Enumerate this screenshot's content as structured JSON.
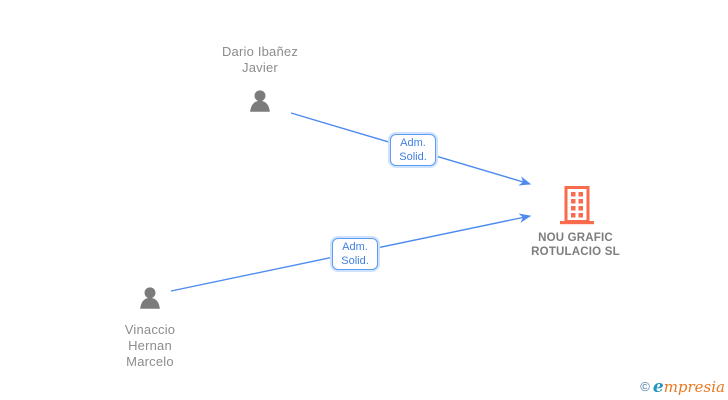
{
  "diagram": {
    "type": "corporate-relationship-graph",
    "nodes": {
      "person1": {
        "name": "Dario Ibañez Javier",
        "kind": "person"
      },
      "person2": {
        "name": "Vinaccio Hernan Marcelo",
        "kind": "person"
      },
      "company": {
        "name": "NOU GRAFIC ROTULACIO SL",
        "kind": "company"
      }
    },
    "edges": [
      {
        "from": "Dario Ibañez Javier",
        "to": "NOU GRAFIC ROTULACIO SL",
        "label": "Adm. Solid."
      },
      {
        "from": "Vinaccio Hernan Marcelo",
        "to": "NOU GRAFIC ROTULACIO SL",
        "label": "Adm. Solid."
      }
    ],
    "colors": {
      "edge_blue": "#4d8bf0",
      "edge_label_text": "#3f7fe0",
      "person_icon_gray": "#7b7b7b",
      "company_icon_orange": "#f96b4c",
      "name_text_gray": "#8c8c8c"
    }
  },
  "footer": {
    "copyright_symbol": "©",
    "brand_first_letter": "e",
    "brand_rest": "mpresia"
  }
}
